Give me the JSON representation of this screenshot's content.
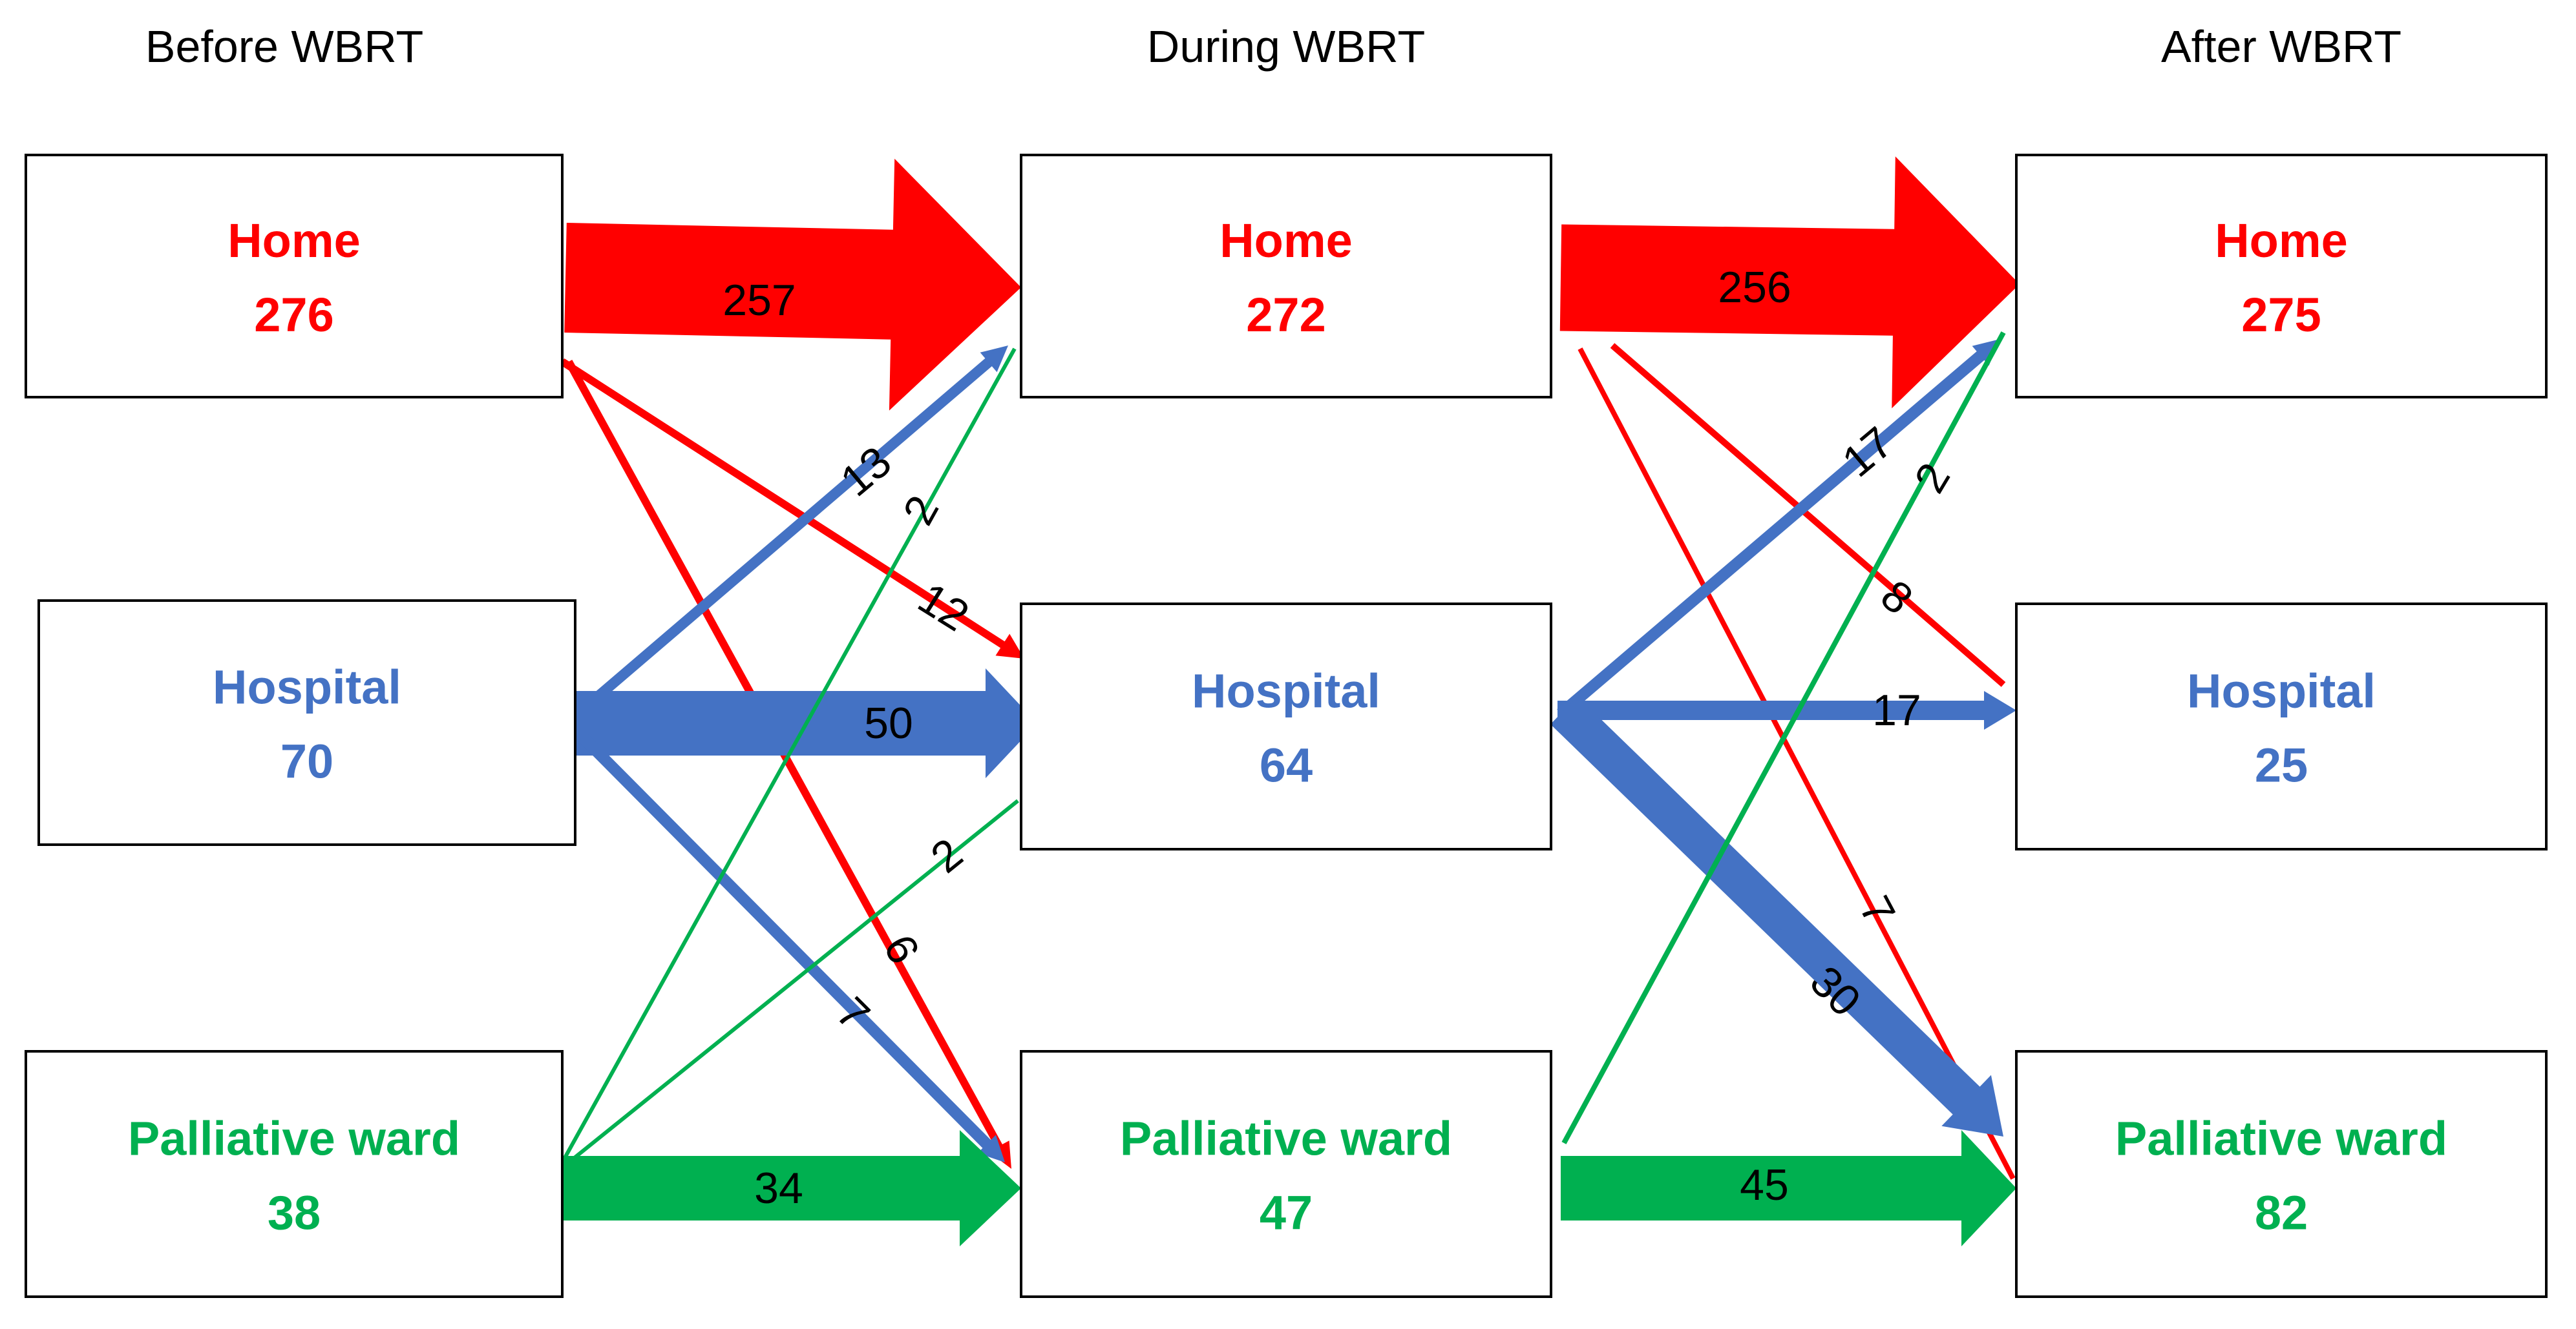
{
  "colors": {
    "home": "#ff0000",
    "hospital": "#4472c4",
    "palliative": "#00b050",
    "text": "#000000",
    "border": "#000000"
  },
  "stages": [
    {
      "title": "Before WBRT",
      "nodes": [
        {
          "key": "home",
          "name": "Home",
          "count": "276"
        },
        {
          "key": "hospital",
          "name": "Hospital",
          "count": "70"
        },
        {
          "key": "palliative",
          "name": "Palliative ward",
          "count": "38"
        }
      ]
    },
    {
      "title": "During WBRT",
      "nodes": [
        {
          "key": "home",
          "name": "Home",
          "count": "272"
        },
        {
          "key": "hospital",
          "name": "Hospital",
          "count": "64"
        },
        {
          "key": "palliative",
          "name": "Palliative ward",
          "count": "47"
        }
      ]
    },
    {
      "title": "After WBRT",
      "nodes": [
        {
          "key": "home",
          "name": "Home",
          "count": "275"
        },
        {
          "key": "hospital",
          "name": "Hospital",
          "count": "25"
        },
        {
          "key": "palliative",
          "name": "Palliative ward",
          "count": "82"
        }
      ]
    }
  ],
  "flows": [
    {
      "stage": 0,
      "from": "home",
      "to": "home",
      "value": "257"
    },
    {
      "stage": 0,
      "from": "home",
      "to": "hospital",
      "value": "12"
    },
    {
      "stage": 0,
      "from": "home",
      "to": "palliative",
      "value": "6"
    },
    {
      "stage": 0,
      "from": "hospital",
      "to": "home",
      "value": "13"
    },
    {
      "stage": 0,
      "from": "hospital",
      "to": "hospital",
      "value": "50"
    },
    {
      "stage": 0,
      "from": "hospital",
      "to": "palliative",
      "value": "7"
    },
    {
      "stage": 0,
      "from": "palliative",
      "to": "home",
      "value": "2"
    },
    {
      "stage": 0,
      "from": "palliative",
      "to": "hospital",
      "value": "2"
    },
    {
      "stage": 0,
      "from": "palliative",
      "to": "palliative",
      "value": "34"
    },
    {
      "stage": 1,
      "from": "home",
      "to": "home",
      "value": "256"
    },
    {
      "stage": 1,
      "from": "home",
      "to": "hospital",
      "value": "8"
    },
    {
      "stage": 1,
      "from": "home",
      "to": "palliative",
      "value": "7"
    },
    {
      "stage": 1,
      "from": "hospital",
      "to": "home",
      "value": "17"
    },
    {
      "stage": 1,
      "from": "hospital",
      "to": "hospital",
      "value": "17"
    },
    {
      "stage": 1,
      "from": "hospital",
      "to": "palliative",
      "value": "30"
    },
    {
      "stage": 1,
      "from": "palliative",
      "to": "home",
      "value": "2"
    },
    {
      "stage": 1,
      "from": "palliative",
      "to": "palliative",
      "value": "45"
    }
  ]
}
